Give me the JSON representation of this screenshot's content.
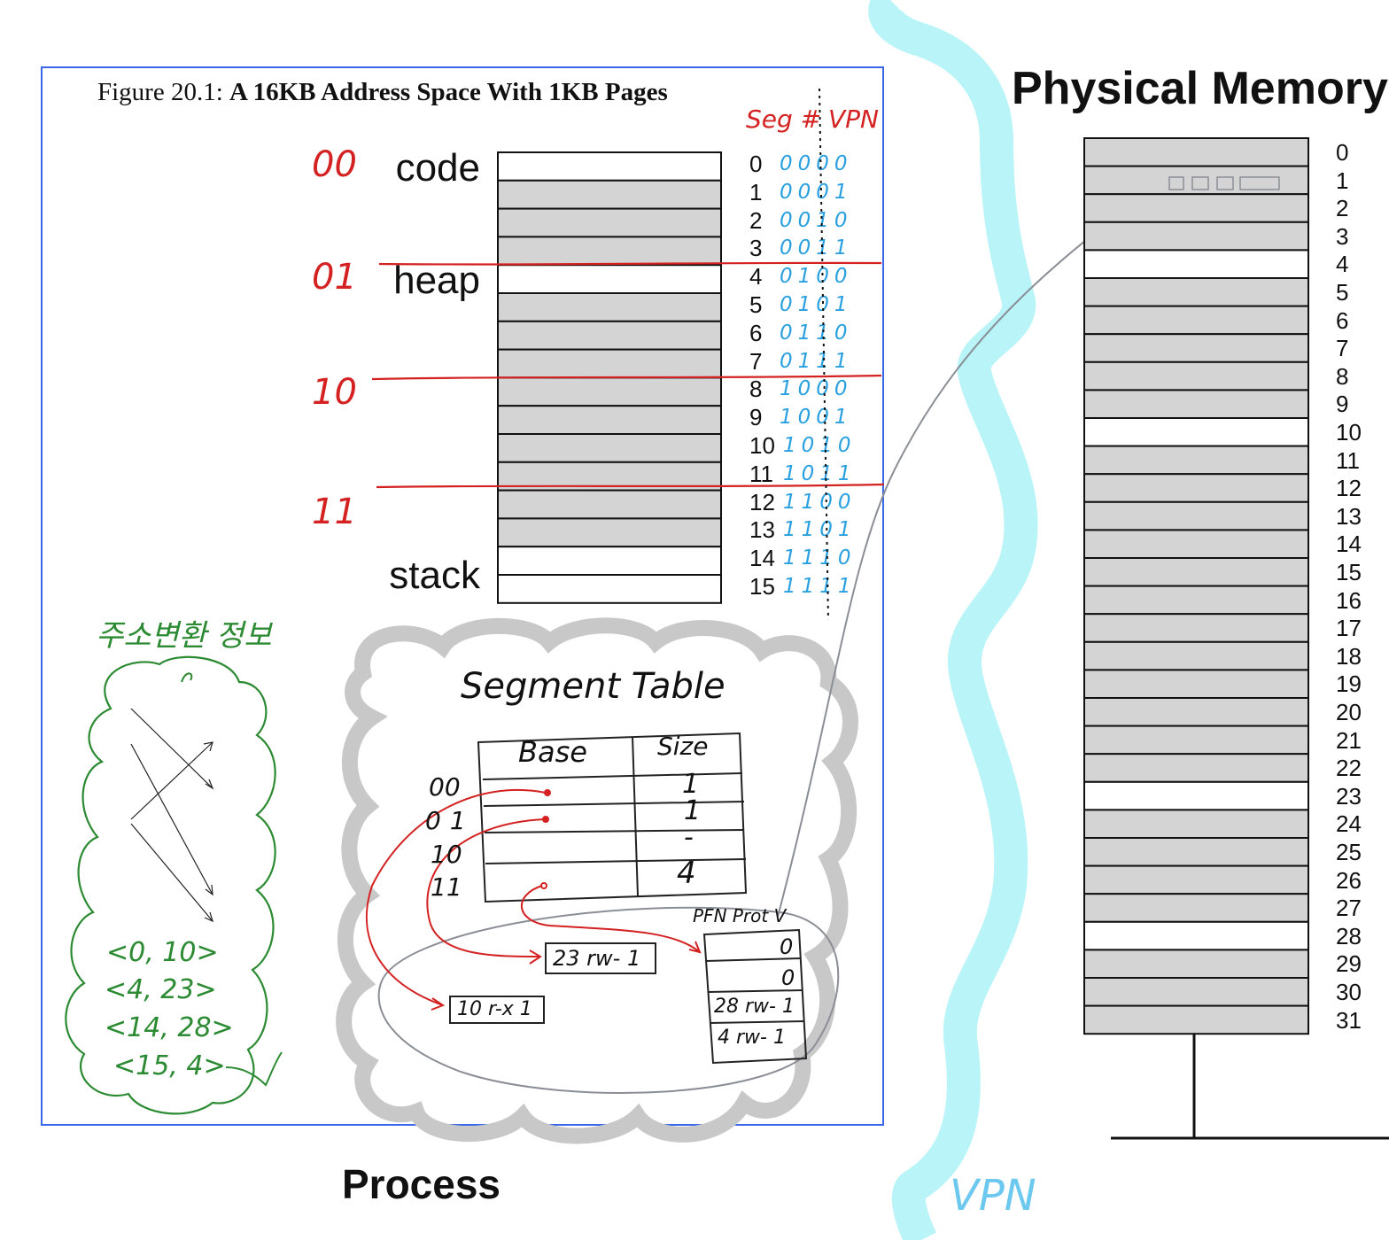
{
  "figure": {
    "title_prefix": "Figure 20.1: ",
    "title_bold": "A 16KB Address Space With 1KB Pages"
  },
  "address_space": {
    "segments": [
      {
        "name": "code",
        "bits": "00",
        "pages": [
          0,
          3
        ]
      },
      {
        "name": "heap",
        "bits": "01",
        "pages": [
          4,
          7
        ]
      },
      {
        "name": "",
        "bits": "10",
        "pages": [
          8,
          11
        ]
      },
      {
        "name": "stack",
        "bits": "11",
        "pages": [
          12,
          15
        ]
      }
    ],
    "allocated_pages": [
      0,
      4,
      14,
      15
    ],
    "page_numbers": [
      "0",
      "1",
      "2",
      "3",
      "4",
      "5",
      "6",
      "7",
      "8",
      "9",
      "10",
      "11",
      "12",
      "13",
      "14",
      "15"
    ],
    "vpn_bits": [
      "0000",
      "0001",
      "0010",
      "0011",
      "0100",
      "0101",
      "0110",
      "0111",
      "1000",
      "1001",
      "1010",
      "1011",
      "1100",
      "1101",
      "1110",
      "1111"
    ],
    "header_seg": "Seg #",
    "header_vpn": "VPN"
  },
  "translation_info": {
    "title": "주소변환 정보",
    "tuples": [
      "<0, 10>",
      "<4, 23>",
      "<14, 28>",
      "<15, 4>"
    ]
  },
  "segment_table": {
    "title": "Segment Table",
    "headers": [
      "Base",
      "Size"
    ],
    "rows": [
      {
        "seg": "00",
        "size": "1"
      },
      {
        "seg": "01",
        "size": "1"
      },
      {
        "seg": "10",
        "size": "-"
      },
      {
        "seg": "11",
        "size": "4"
      }
    ],
    "entry_code": "10 r-x 1",
    "entry_heap": "23 rw- 1",
    "page_table_header": "PFN Prot V",
    "page_table_rows": [
      "0",
      "0",
      "28 rw- 1",
      "4 rw- 1"
    ]
  },
  "process_label": "Process",
  "physical_memory": {
    "title": "Physical Memory",
    "frame_numbers": [
      "0",
      "1",
      "2",
      "3",
      "4",
      "5",
      "6",
      "7",
      "8",
      "9",
      "10",
      "11",
      "12",
      "13",
      "14",
      "15",
      "16",
      "17",
      "18",
      "19",
      "20",
      "21",
      "22",
      "23",
      "24",
      "25",
      "26",
      "27",
      "28",
      "29",
      "30",
      "31"
    ],
    "free_frames": [
      4,
      10,
      23,
      28
    ]
  },
  "vpn_label": "VPN",
  "colors": {
    "frame_border": "#3a66e8",
    "segment_annotation": "#d42222",
    "bits": "#2aa0e0",
    "green_note": "#2b8a32",
    "cyan_band": "#b8f4f8",
    "gray_cloud": "#c8c8c8",
    "page_gray": "#d4d4d4"
  }
}
